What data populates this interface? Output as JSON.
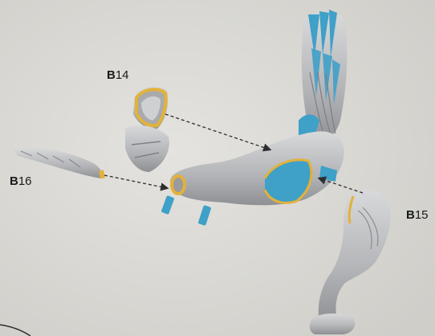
{
  "parts": [
    {
      "code": "B",
      "number": "14"
    },
    {
      "code": "B",
      "number": "16"
    },
    {
      "code": "B",
      "number": "15"
    }
  ],
  "colors": {
    "background": "#d9d8d4",
    "body_grey": "#b9babd",
    "joint_blue": "#3fa0c8",
    "glue_yellow": "#e2b23a",
    "arrow": "#3a3a3a"
  }
}
